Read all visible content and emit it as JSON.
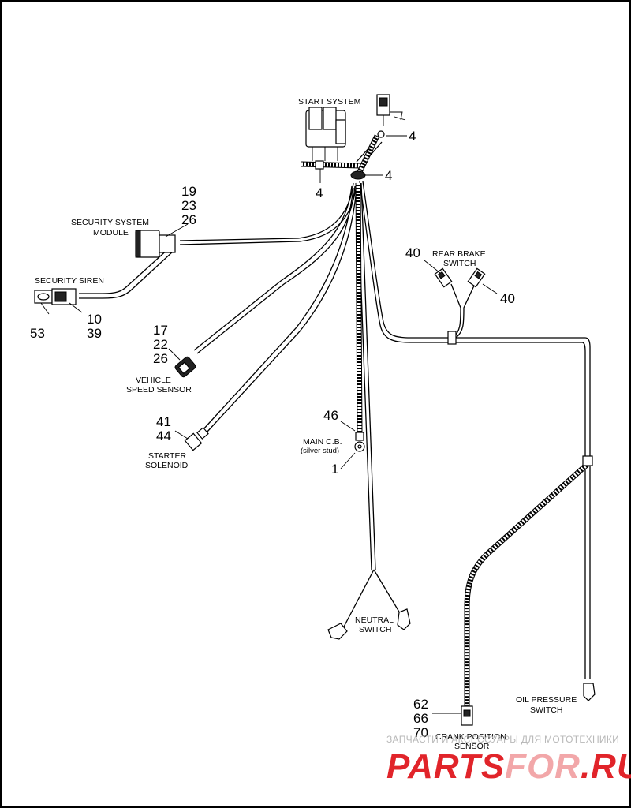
{
  "labels": {
    "start_system": "START SYSTEM",
    "security_system_module_1": "SECURITY SYSTEM",
    "security_system_module_2": "MODULE",
    "security_siren": "SECURITY SIREN",
    "rear_brake_switch_1": "REAR BRAKE",
    "rear_brake_switch_2": "SWITCH",
    "vehicle_speed_sensor_1": "VEHICLE",
    "vehicle_speed_sensor_2": "SPEED SENSOR",
    "starter_solenoid_1": "STARTER",
    "starter_solenoid_2": "SOLENOID",
    "main_cb_1": "MAIN C.B.",
    "main_cb_2": "(silver stud)",
    "neutral_switch_1": "NEUTRAL",
    "neutral_switch_2": "SWITCH",
    "oil_pressure_switch_1": "OIL PRESSURE",
    "oil_pressure_switch_2": "SWITCH",
    "crank_position_sensor_1": "CRANK POSITION",
    "crank_position_sensor_2": "SENSOR"
  },
  "callouts": {
    "start_connector_right": "4",
    "start_bottom": "4",
    "harness_junction": "4",
    "module_a": "19",
    "module_b": "23",
    "module_c": "26",
    "siren_left": "53",
    "siren_a": "10",
    "siren_b": "39",
    "brake_left": "40",
    "brake_right": "40",
    "speed_a": "17",
    "speed_b": "22",
    "speed_c": "26",
    "solenoid_a": "41",
    "solenoid_b": "44",
    "main_cb_top": "46",
    "main_cb_bottom": "1",
    "crank_a": "62",
    "crank_b": "66",
    "crank_c": "70"
  },
  "watermark": {
    "tagline": "ЗАПЧАСТИ И АКСЕССУАРЫ ДЛЯ МОТОТЕХНИКИ",
    "logo_main": "PARTS",
    "logo_for": "FOR",
    "logo_tld": ".RU",
    "main_color": "#e1242a",
    "for_color": "#f2a7a9"
  }
}
